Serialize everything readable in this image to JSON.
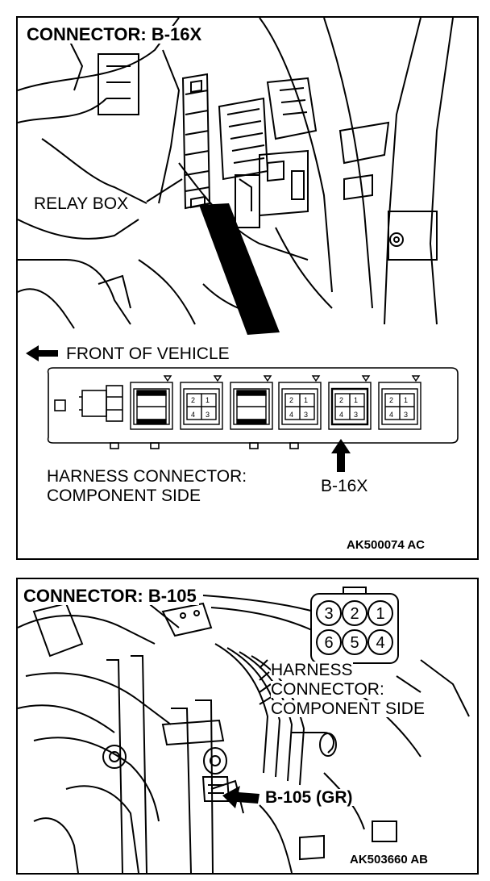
{
  "connector_b16x": {
    "title": "CONNECTOR: B-16X",
    "relay_box_label": "RELAY BOX",
    "front_label": "FRONT OF VEHICLE",
    "harness_label_line1": "HARNESS CONNECTOR:",
    "harness_label_line2": "COMPONENT SIDE",
    "pointer_label": "B-16X",
    "pin_numbers": [
      "2",
      "1",
      "4",
      "3"
    ],
    "figure_code": "AK500074 AC"
  },
  "connector_b105": {
    "title": "CONNECTOR: B-105",
    "pins_top_row": [
      "3",
      "2",
      "1"
    ],
    "pins_bottom_row": [
      "6",
      "5",
      "4"
    ],
    "harness_label_line1": "HARNESS",
    "harness_label_line2": "CONNECTOR:",
    "harness_label_line3": "COMPONENT SIDE",
    "pointer_label": "B-105 (GR)",
    "figure_code": "AK503660 AB"
  }
}
